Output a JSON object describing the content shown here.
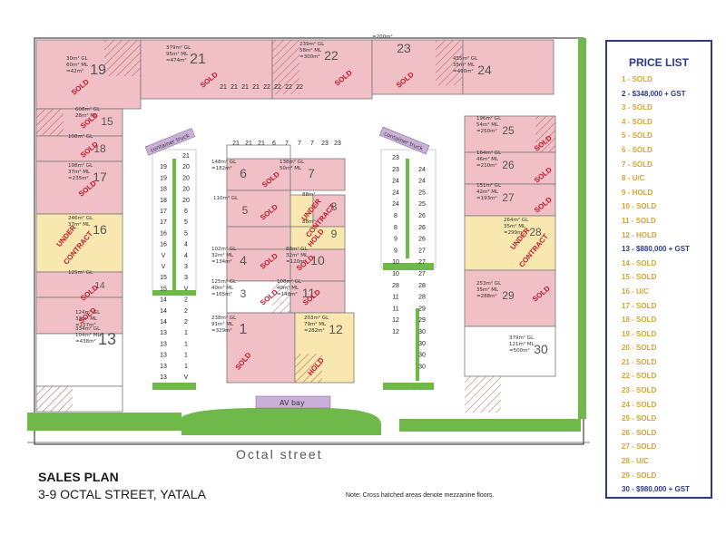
{
  "price_list": {
    "title": "PRICE LIST",
    "items": [
      {
        "unit": "1",
        "status": "- SOLD",
        "available": false
      },
      {
        "unit": "2",
        "status": "- $348,000 + GST",
        "available": true
      },
      {
        "unit": "3",
        "status": "- SOLD",
        "available": false
      },
      {
        "unit": "4",
        "status": "- SOLD",
        "available": false
      },
      {
        "unit": "5",
        "status": "- SOLD",
        "available": false
      },
      {
        "unit": "6",
        "status": "- SOLD",
        "available": false
      },
      {
        "unit": "7",
        "status": "- SOLD",
        "available": false
      },
      {
        "unit": "8",
        "status": "- U/C",
        "available": false
      },
      {
        "unit": "9",
        "status": "- HOLD",
        "available": false
      },
      {
        "unit": "10",
        "status": "- SOLD",
        "available": false
      },
      {
        "unit": "11",
        "status": "- SOLD",
        "available": false
      },
      {
        "unit": "12",
        "status": "- HOLD",
        "available": false
      },
      {
        "unit": "13",
        "status": "- $880,000 + GST",
        "available": true
      },
      {
        "unit": "14",
        "status": "- SOLD",
        "available": false
      },
      {
        "unit": "15",
        "status": "- SOLD",
        "available": false
      },
      {
        "unit": "16",
        "status": "- U/C",
        "available": false
      },
      {
        "unit": "17",
        "status": "- SOLD",
        "available": false
      },
      {
        "unit": "18",
        "status": "- SOLD",
        "available": false
      },
      {
        "unit": "19",
        "status": "- SOLD",
        "available": false
      },
      {
        "unit": "20",
        "status": "- SOLD",
        "available": false
      },
      {
        "unit": "21",
        "status": "- SOLD",
        "available": false
      },
      {
        "unit": "22",
        "status": "- SOLD",
        "available": false
      },
      {
        "unit": "23",
        "status": "- SOLD",
        "available": false
      },
      {
        "unit": "24",
        "status": "- SOLD",
        "available": false
      },
      {
        "unit": "25",
        "status": "- SOLD",
        "available": false
      },
      {
        "unit": "26",
        "status": "- SOLD",
        "available": false
      },
      {
        "unit": "27",
        "status": "- SOLD",
        "available": false
      },
      {
        "unit": "28",
        "status": "- U/C",
        "available": false
      },
      {
        "unit": "29",
        "status": "- SOLD",
        "available": false
      },
      {
        "unit": "30",
        "status": "- $980,000 + GST",
        "available": true
      }
    ]
  },
  "title": {
    "main": "SALES PLAN",
    "sub": "3-9 OCTAL STREET, YATALA"
  },
  "note": "Note: Cross hatched areas denote mezzanine floors.",
  "street_label": "Octal street",
  "av_bay_label": "AV bay",
  "container_truck_label": "container truck",
  "status_labels": {
    "sold": "SOLD",
    "under": "UNDER",
    "contract": "CONTRACT",
    "hold": "HOLD"
  },
  "units": [
    {
      "id": "19",
      "areas": [
        "30m² GL",
        "60m² ML",
        "=42m²"
      ]
    },
    {
      "id": "21",
      "areas": [
        "379m² GL",
        "95m² ML",
        "=474m²"
      ]
    },
    {
      "id": "22",
      "areas": [
        "239m² GL",
        "58m² ML",
        "=300m²"
      ]
    },
    {
      "id": "23",
      "areas": [
        "=200m²"
      ]
    },
    {
      "id": "24",
      "areas": [
        "455m² GL",
        "35m² ML",
        "=490m²"
      ]
    },
    {
      "id": "15",
      "areas": [
        "608m² GL",
        "28m² ML"
      ]
    },
    {
      "id": "18",
      "areas": [
        "108m² GL"
      ]
    },
    {
      "id": "17",
      "areas": [
        "198m² GL",
        "37m² ML",
        "=235m²"
      ]
    },
    {
      "id": "16",
      "areas": [
        "246m² GL",
        "37m² ML"
      ]
    },
    {
      "id": "14",
      "areas": [
        "125m² GL"
      ]
    },
    {
      "id": "14b",
      "areas": [
        "124m² GL",
        "33m² ML",
        "=157m²"
      ]
    },
    {
      "id": "13",
      "areas": [
        "334m² GL",
        "104m² ML",
        "=438m²"
      ]
    },
    {
      "id": "6",
      "areas": [
        "148m² GL",
        "=182m²"
      ]
    },
    {
      "id": "7",
      "areas": [
        "138m² GL",
        "50m² ML"
      ]
    },
    {
      "id": "5",
      "areas": [
        "110m² GL"
      ]
    },
    {
      "id": "8",
      "areas": [
        "88m²"
      ]
    },
    {
      "id": "9",
      "areas": [
        "88m²"
      ]
    },
    {
      "id": "4",
      "areas": [
        "102m² GL",
        "32m² ML",
        "=134m²"
      ]
    },
    {
      "id": "10",
      "areas": [
        "88m² GL",
        "32m² ML",
        "=120m²"
      ]
    },
    {
      "id": "3",
      "areas": [
        "125m² GL",
        "40m² ML",
        "=165m²"
      ]
    },
    {
      "id": "11",
      "areas": [
        "108m² GL",
        "40m² ML",
        "=148m²"
      ]
    },
    {
      "id": "1",
      "areas": [
        "238m² GL",
        "91m² ML",
        "=329m²"
      ]
    },
    {
      "id": "12",
      "areas": [
        "203m² GL",
        "79m² ML",
        "=282m²"
      ]
    },
    {
      "id": "25",
      "areas": [
        "196m² GL",
        "54m² ML",
        "=250m²"
      ]
    },
    {
      "id": "26",
      "areas": [
        "164m² GL",
        "46m² ML",
        "=210m²"
      ]
    },
    {
      "id": "27",
      "areas": [
        "151m² GL",
        "42m² ML",
        "=193m²"
      ]
    },
    {
      "id": "28",
      "areas": [
        "264m² GL",
        "35m² ML",
        "=299m²"
      ]
    },
    {
      "id": "29",
      "areas": [
        "253m² GL",
        "35m² ML",
        "=288m²"
      ]
    },
    {
      "id": "30",
      "areas": [
        "379m² GL",
        "121m² ML",
        "=500m²"
      ]
    }
  ],
  "parking": {
    "row1": [
      [
        "",
        "21"
      ],
      [
        "19",
        "20"
      ],
      [
        "19",
        "20"
      ],
      [
        "18",
        "20"
      ],
      [
        "18",
        "20"
      ],
      [
        "17",
        "6"
      ],
      [
        "17",
        "5"
      ],
      [
        "16",
        "5"
      ],
      [
        "16",
        "4"
      ],
      [
        "V",
        "4"
      ],
      [
        "V",
        "3"
      ],
      [
        "15",
        "3"
      ],
      [
        "15",
        "V"
      ],
      [
        "14",
        "2"
      ],
      [
        "14",
        "2"
      ],
      [
        "14",
        "2"
      ],
      [
        "13",
        "1"
      ],
      [
        "13",
        "1"
      ],
      [
        "13",
        "1"
      ],
      [
        "13",
        "1"
      ],
      [
        "13",
        "V"
      ]
    ],
    "row2": [
      [
        "23",
        ""
      ],
      [
        "23",
        "24"
      ],
      [
        "24",
        "24"
      ],
      [
        "24",
        "25"
      ],
      [
        "24",
        "25"
      ],
      [
        "8",
        "26"
      ],
      [
        "8",
        "26"
      ],
      [
        "9",
        "26"
      ],
      [
        "9",
        "27"
      ],
      [
        "10",
        "27"
      ],
      [
        "10",
        "27"
      ],
      [
        "28",
        "28"
      ],
      [
        "11",
        "28"
      ],
      [
        "11",
        "29"
      ],
      [
        "12",
        "29"
      ],
      [
        "12",
        "30"
      ],
      [
        "",
        "30"
      ],
      [
        "",
        "30"
      ],
      [
        "",
        "30"
      ]
    ],
    "top_row": [
      "21",
      "21",
      "21",
      "6",
      "7",
      "7",
      "7",
      "23",
      "23"
    ],
    "top_row_west": [
      "21",
      "21",
      "21",
      "21",
      "22",
      "22",
      "22",
      "22"
    ]
  }
}
